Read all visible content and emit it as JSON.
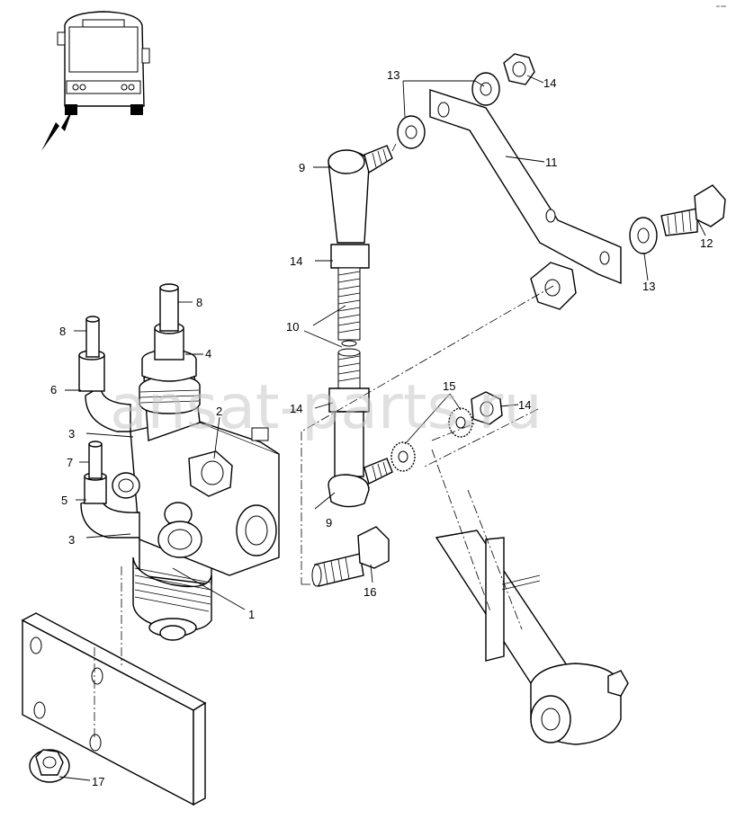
{
  "watermark": "ansat-parts.ru",
  "corner_mark": "ᵃᵖ ᵃᵃᵃ",
  "callouts": [
    {
      "id": "c1",
      "label": "1"
    },
    {
      "id": "c2",
      "label": "2"
    },
    {
      "id": "c3a",
      "label": "3"
    },
    {
      "id": "c3b",
      "label": "3"
    },
    {
      "id": "c4",
      "label": "4"
    },
    {
      "id": "c5",
      "label": "5"
    },
    {
      "id": "c6",
      "label": "6"
    },
    {
      "id": "c7",
      "label": "7"
    },
    {
      "id": "c8a",
      "label": "8"
    },
    {
      "id": "c8b",
      "label": "8"
    },
    {
      "id": "c9a",
      "label": "9"
    },
    {
      "id": "c9b",
      "label": "9"
    },
    {
      "id": "c10",
      "label": "10"
    },
    {
      "id": "c11",
      "label": "11"
    },
    {
      "id": "c12",
      "label": "12"
    },
    {
      "id": "c13a",
      "label": "13"
    },
    {
      "id": "c13b",
      "label": "13"
    },
    {
      "id": "c14a",
      "label": "14"
    },
    {
      "id": "c14b",
      "label": "14"
    },
    {
      "id": "c14c",
      "label": "14"
    },
    {
      "id": "c14d",
      "label": "14"
    },
    {
      "id": "c15",
      "label": "15"
    },
    {
      "id": "c16",
      "label": "16"
    },
    {
      "id": "c17",
      "label": "17"
    }
  ]
}
